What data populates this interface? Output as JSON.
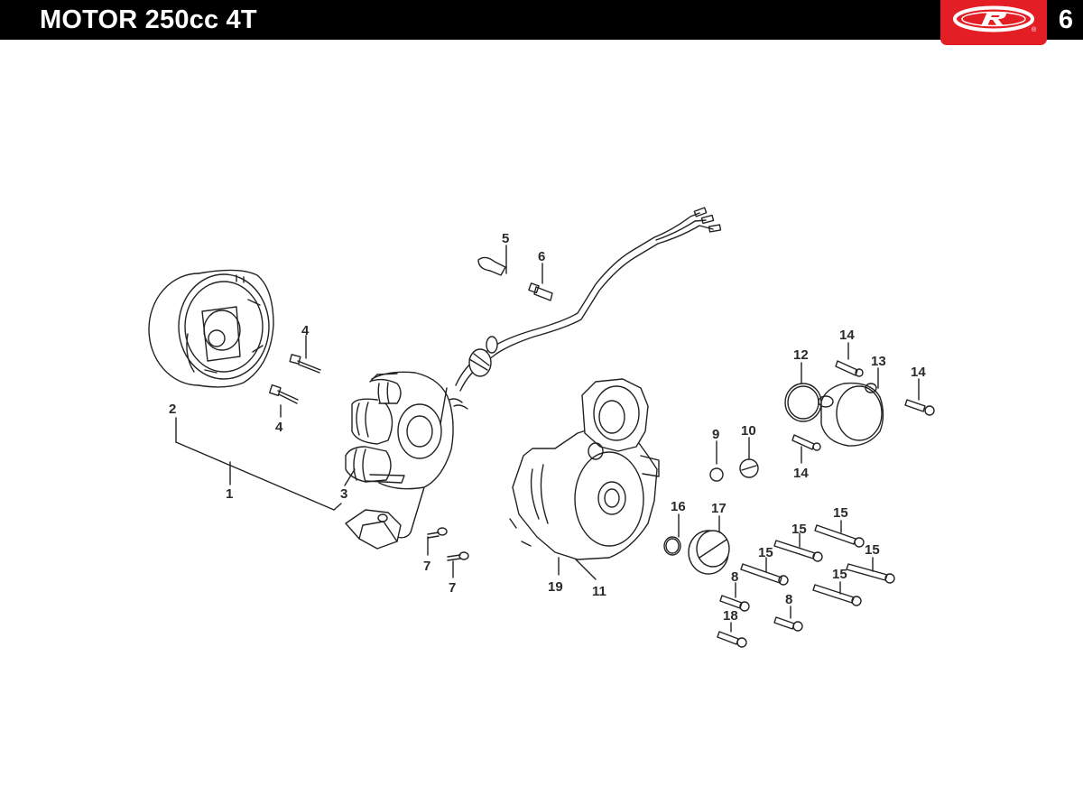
{
  "header": {
    "title": "MOTOR 250cc 4T",
    "page_number": "6",
    "logo_letter": "R",
    "brand_color": "#e31e24"
  },
  "callouts": [
    {
      "id": "c1",
      "label": "1"
    },
    {
      "id": "c2",
      "label": "2"
    },
    {
      "id": "c3",
      "label": "3"
    },
    {
      "id": "c4a",
      "label": "4"
    },
    {
      "id": "c4b",
      "label": "4"
    },
    {
      "id": "c5",
      "label": "5"
    },
    {
      "id": "c6",
      "label": "6"
    },
    {
      "id": "c7a",
      "label": "7"
    },
    {
      "id": "c7b",
      "label": "7"
    },
    {
      "id": "c8a",
      "label": "8"
    },
    {
      "id": "c8b",
      "label": "8"
    },
    {
      "id": "c9",
      "label": "9"
    },
    {
      "id": "c10",
      "label": "10"
    },
    {
      "id": "c11",
      "label": "11"
    },
    {
      "id": "c12",
      "label": "12"
    },
    {
      "id": "c13",
      "label": "13"
    },
    {
      "id": "c14a",
      "label": "14"
    },
    {
      "id": "c14b",
      "label": "14"
    },
    {
      "id": "c14c",
      "label": "14"
    },
    {
      "id": "c15a",
      "label": "15"
    },
    {
      "id": "c15b",
      "label": "15"
    },
    {
      "id": "c15c",
      "label": "15"
    },
    {
      "id": "c15d",
      "label": "15"
    },
    {
      "id": "c15e",
      "label": "15"
    },
    {
      "id": "c16",
      "label": "16"
    },
    {
      "id": "c17",
      "label": "17"
    },
    {
      "id": "c18",
      "label": "18"
    },
    {
      "id": "c19",
      "label": "19"
    }
  ]
}
